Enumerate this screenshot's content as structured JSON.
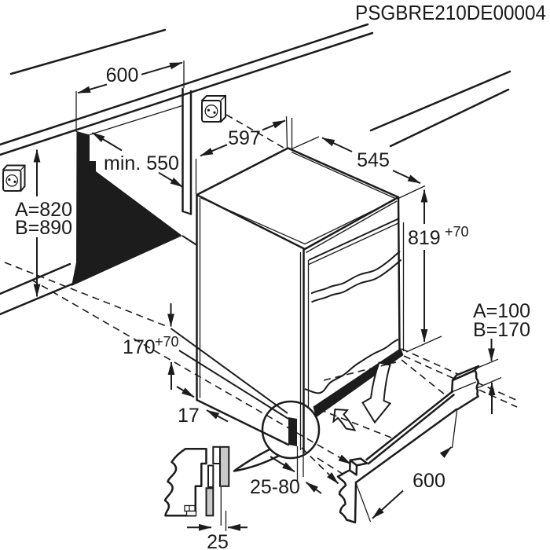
{
  "title": "PSGBRE210DE00004",
  "dimensions": {
    "niche_width": "600",
    "niche_depth": "min. 550",
    "appliance_width": "597",
    "appliance_depth": "545",
    "appliance_height": "819",
    "appliance_height_tolerance": "+70",
    "niche_height_a": "A=820",
    "niche_height_b": "B=890",
    "plinth_clearance": "170",
    "plinth_clearance_tolerance": "+70",
    "base_recess": "17",
    "plinth_height_a": "A=100",
    "plinth_height_b": "B=170",
    "plinth_recess_range": "25-80",
    "plinth_length": "600",
    "plinth_thickness": "25"
  },
  "colors": {
    "line": "#1c1c1c",
    "fill_shadow": "#1c1c1c",
    "fill_gray": "#c9c9c9",
    "background": "#ffffff"
  }
}
